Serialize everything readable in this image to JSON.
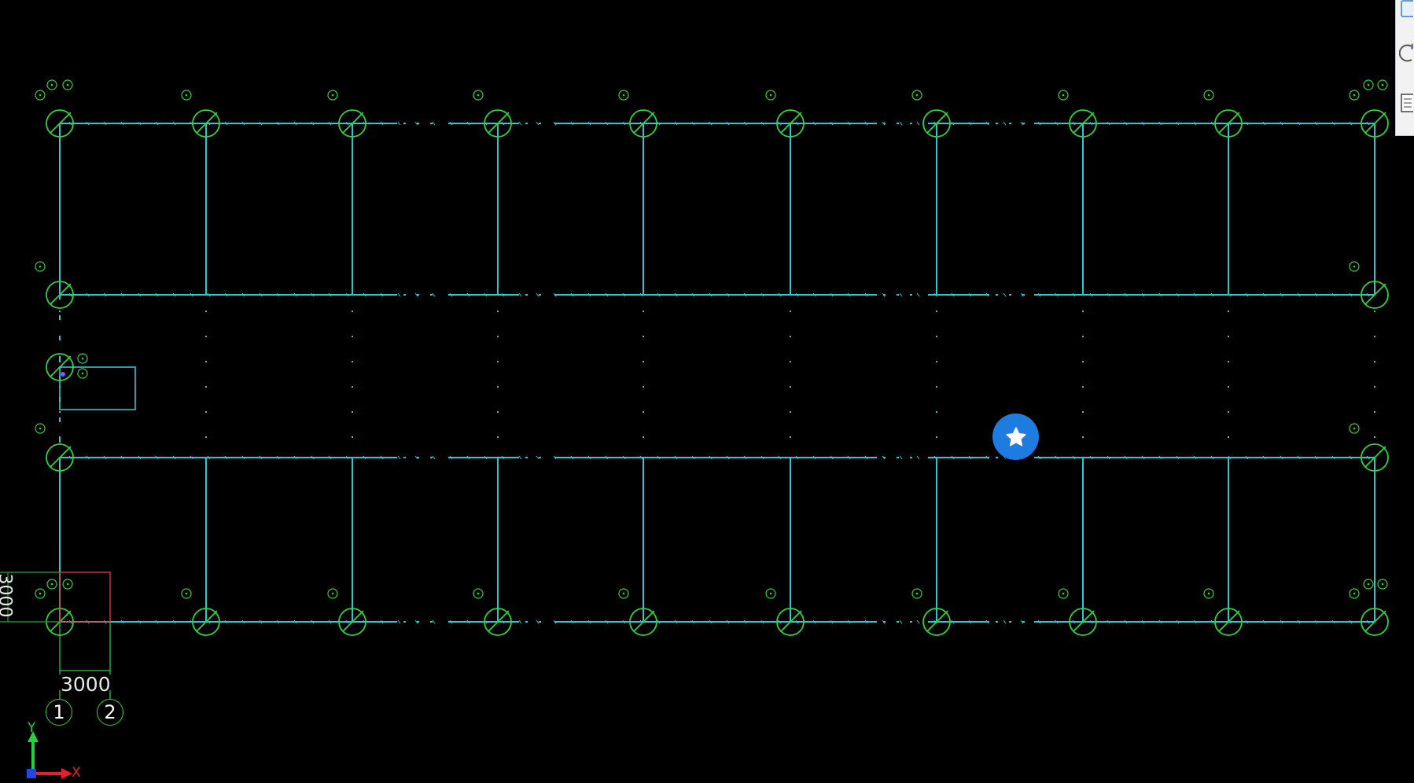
{
  "drawing": {
    "dimension_text": "3000",
    "axis_labels": [
      "1",
      "2"
    ],
    "ucs": {
      "x_label": "X",
      "y_label": "Y"
    },
    "left_edge_text": "3000",
    "colors": {
      "background": "#000000",
      "beam": "#2ec7cf",
      "column": "#2fd33a",
      "dimension": "#2fd33a",
      "highlight": "#d43a3a",
      "ucs_x": "#e0232a",
      "ucs_y": "#22d43a",
      "ucs_origin": "#2145e8",
      "fab": "#1e7be0",
      "tag_text": "#2fd33a"
    }
  },
  "floating_button": {
    "icon": "star-icon"
  },
  "side_toolbar": {
    "buttons": [
      "panel-icon",
      "rotate-icon",
      "list-icon"
    ]
  }
}
